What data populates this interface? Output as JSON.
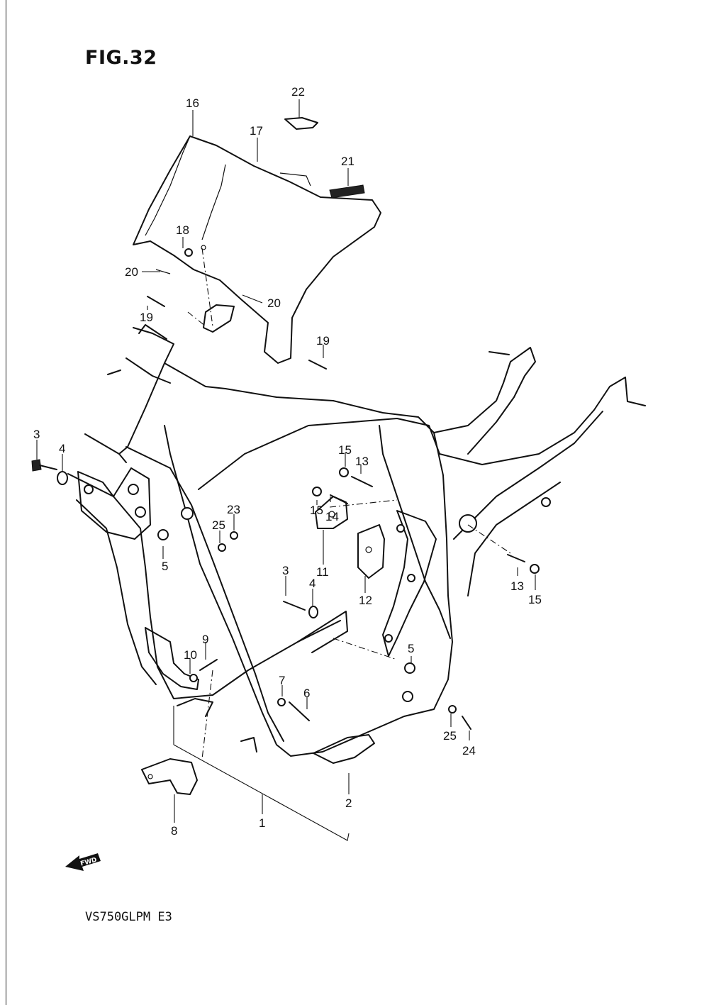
{
  "figure": {
    "title": "FIG.32",
    "model": "VS750GLPM  E3"
  },
  "fwd_label": "FWD",
  "callouts": [
    {
      "id": "c1",
      "label": "1"
    },
    {
      "id": "c2",
      "label": "2"
    },
    {
      "id": "c3a",
      "label": "3"
    },
    {
      "id": "c3b",
      "label": "3"
    },
    {
      "id": "c4a",
      "label": "4"
    },
    {
      "id": "c4b",
      "label": "4"
    },
    {
      "id": "c5a",
      "label": "5"
    },
    {
      "id": "c5b",
      "label": "5"
    },
    {
      "id": "c6",
      "label": "6"
    },
    {
      "id": "c7",
      "label": "7"
    },
    {
      "id": "c8",
      "label": "8"
    },
    {
      "id": "c9",
      "label": "9"
    },
    {
      "id": "c10",
      "label": "10"
    },
    {
      "id": "c11",
      "label": "11"
    },
    {
      "id": "c12",
      "label": "12"
    },
    {
      "id": "c13a",
      "label": "13"
    },
    {
      "id": "c13b",
      "label": "13"
    },
    {
      "id": "c14",
      "label": "14"
    },
    {
      "id": "c15a",
      "label": "15"
    },
    {
      "id": "c15b",
      "label": "15"
    },
    {
      "id": "c15c",
      "label": "15"
    },
    {
      "id": "c16",
      "label": "16"
    },
    {
      "id": "c17",
      "label": "17"
    },
    {
      "id": "c18",
      "label": "18"
    },
    {
      "id": "c19a",
      "label": "19"
    },
    {
      "id": "c19b",
      "label": "19"
    },
    {
      "id": "c20a",
      "label": "20"
    },
    {
      "id": "c20b",
      "label": "20"
    },
    {
      "id": "c21",
      "label": "21"
    },
    {
      "id": "c22",
      "label": "22"
    },
    {
      "id": "c23",
      "label": "23"
    },
    {
      "id": "c24",
      "label": "24"
    },
    {
      "id": "c25a",
      "label": "25"
    },
    {
      "id": "c25b",
      "label": "25"
    }
  ]
}
